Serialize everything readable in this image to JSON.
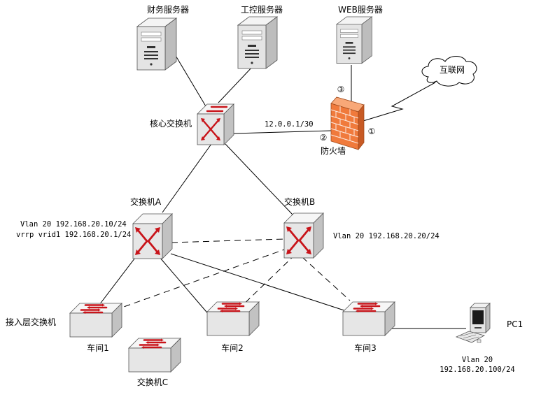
{
  "nodes": {
    "finance_server": {
      "label": "财务服务器"
    },
    "control_server": {
      "label": "工控服务器"
    },
    "web_server": {
      "label": "WEB服务器"
    },
    "internet": {
      "label": "互联网"
    },
    "core_switch": {
      "label": "核心交换机"
    },
    "firewall": {
      "label": "防火墙",
      "port1": "①",
      "port2": "②",
      "port3": "③"
    },
    "switch_a": {
      "label": "交换机A",
      "note1": "Vlan 20 192.168.20.10/24",
      "note2": "vrrp vrid1 192.168.20.1/24"
    },
    "switch_b": {
      "label": "交换机B",
      "note": "Vlan 20 192.168.20.20/24"
    },
    "access_layer": {
      "label": "接入层交换机"
    },
    "workshop1": {
      "label": "车间1"
    },
    "workshop2": {
      "label": "车间2"
    },
    "workshop3": {
      "label": "车间3"
    },
    "switch_c": {
      "label": "交换机C"
    },
    "pc1": {
      "label": "PC1",
      "vlan": "Vlan 20",
      "ip": "192.168.20.100/24"
    }
  },
  "links": {
    "core_fw_ip": "12.0.0.1/30"
  },
  "colors": {
    "device_face": "#e6e6e6",
    "device_top": "#f6f6f6",
    "device_side": "#c2c2c2",
    "arrow": "#c8141a",
    "firewall_brick": "#f07a3c",
    "firewall_side": "#c85a24"
  },
  "icons": [
    "server-icon",
    "cloud-icon",
    "switch-icon",
    "firewall-icon",
    "pc-icon"
  ]
}
